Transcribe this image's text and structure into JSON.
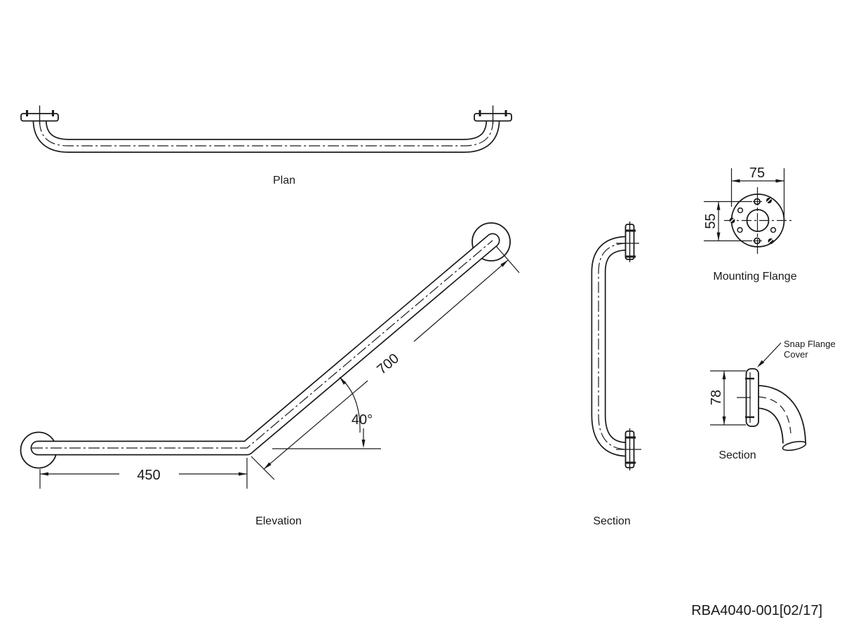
{
  "drawing": {
    "views": {
      "plan": {
        "label": "Plan"
      },
      "elevation": {
        "label": "Elevation",
        "dim_horizontal": "450",
        "dim_angled": "700",
        "dim_angle": "40°"
      },
      "section": {
        "label": "Section"
      },
      "mounting_flange": {
        "label": "Mounting Flange",
        "dim_width": "75",
        "dim_hole_spacing": "55"
      },
      "section_detail": {
        "label": "Section",
        "dim_flange_height": "78",
        "callout_line1": "Snap Flange",
        "callout_line2": "Cover"
      }
    },
    "title_block": {
      "part_number": "RBA4040-001[02/17]"
    },
    "colors": {
      "line": "#1a1a1a",
      "background": "#ffffff"
    }
  }
}
